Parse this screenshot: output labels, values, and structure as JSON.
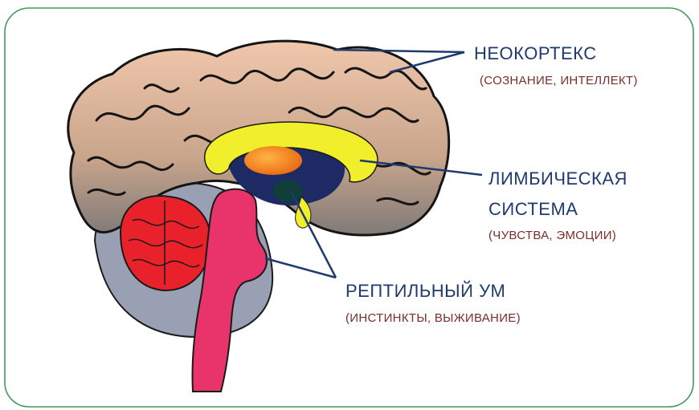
{
  "colors": {
    "frame": "#3f9a58",
    "neocortex": "#e6b99d",
    "neocortex_outline": "#151515",
    "cerebellum": "#e8212b",
    "brainstem": "#e8336b",
    "limbic_arc": "#f1ee2b",
    "thalamus": "#f58a1b",
    "amygdala": "#0f3f38",
    "inner_region": "#1d2a63",
    "shadow_region": "#9aa0b4",
    "leader_line": "#1f3a6e",
    "title_text": "#1f3a6e",
    "subtitle_text": "#7a2e2a"
  },
  "labels": {
    "neocortex": {
      "title": "НЕОКОРТЕКС",
      "subtitle": "(СОЗНАНИЕ, ИНТЕЛЛЕКТ)"
    },
    "limbic": {
      "title_line1": "ЛИМБИЧЕСКАЯ",
      "title_line2": "СИСТЕМА",
      "subtitle": "(ЧУВСТВА, ЭМОЦИИ)"
    },
    "reptilian": {
      "title": "РЕПТИЛЬНЫЙ УМ",
      "subtitle": "(ИНСТИНКТЫ, ВЫЖИВАНИЕ)"
    }
  }
}
